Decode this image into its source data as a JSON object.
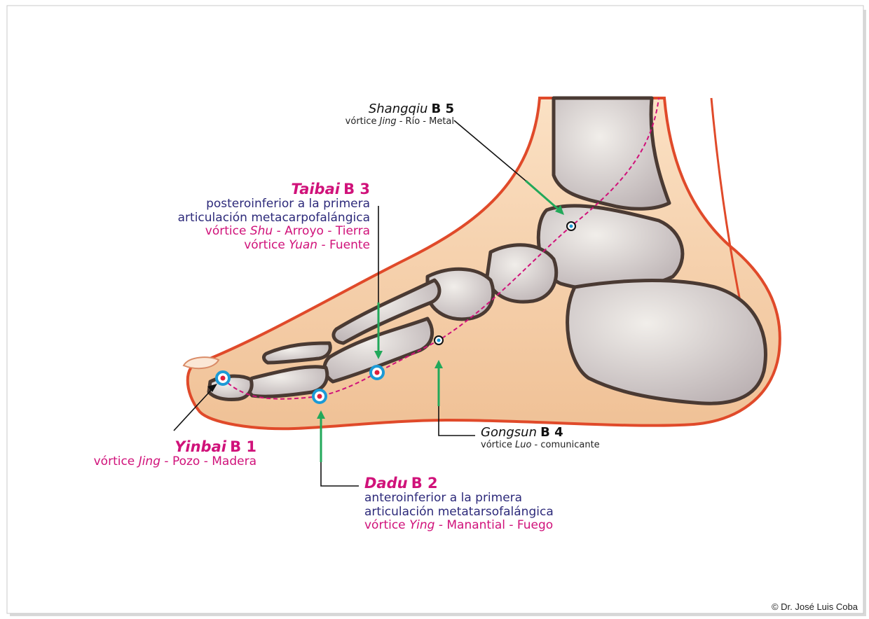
{
  "points": [
    {
      "id": "B1",
      "name": "Yinbai",
      "code": "B 1",
      "lines": [
        {
          "parts": [
            {
              "t": "vórtice "
            },
            {
              "t": "Jing",
              "i": true
            },
            {
              "t": " - Pozo - Madera"
            }
          ],
          "color": "magenta"
        }
      ]
    },
    {
      "id": "B2",
      "name": "Dadu",
      "code": "B 2",
      "lines": [
        {
          "parts": [
            {
              "t": "anteroinferior a la primera"
            }
          ],
          "color": "navy"
        },
        {
          "parts": [
            {
              "t": "articulación metatarsofalángica"
            }
          ],
          "color": "navy"
        },
        {
          "parts": [
            {
              "t": "vórtice "
            },
            {
              "t": "Ying",
              "i": true
            },
            {
              "t": " - Manantial - Fuego"
            }
          ],
          "color": "magenta"
        }
      ]
    },
    {
      "id": "B3",
      "name": "Taibai",
      "code": "B 3",
      "lines": [
        {
          "parts": [
            {
              "t": "posteroinferior a la primera"
            }
          ],
          "color": "navy"
        },
        {
          "parts": [
            {
              "t": "articulación metacarpofalángica"
            }
          ],
          "color": "navy"
        },
        {
          "parts": [
            {
              "t": "vórtice "
            },
            {
              "t": "Shu",
              "i": true
            },
            {
              "t": " - Arroyo - Tierra"
            }
          ],
          "color": "magenta"
        },
        {
          "parts": [
            {
              "t": "vórtice "
            },
            {
              "t": "Yuan",
              "i": true
            },
            {
              "t": " - Fuente"
            }
          ],
          "color": "magenta"
        }
      ]
    },
    {
      "id": "B4",
      "name": "Gongsun",
      "code": "B 4",
      "lines": [
        {
          "parts": [
            {
              "t": "vórtice "
            },
            {
              "t": "Luo",
              "i": true
            },
            {
              "t": " - comunicante"
            }
          ],
          "color": "dark"
        }
      ]
    },
    {
      "id": "B5",
      "name": "Shangqiu",
      "code": "B 5",
      "lines": [
        {
          "parts": [
            {
              "t": "vórtice "
            },
            {
              "t": "Jing",
              "i": true
            },
            {
              "t": " - Río - Metal"
            }
          ],
          "color": "dark"
        }
      ]
    }
  ],
  "copyright": "© Dr. José Luis Coba",
  "colors": {
    "magenta": "#d0127a",
    "navy": "#2d2a7a",
    "arrow": "#22a85a",
    "marker": "#1b9ad6",
    "skin": "#f5cfa8",
    "outline": "#e04a2a",
    "bone": "#d8d2cc"
  }
}
